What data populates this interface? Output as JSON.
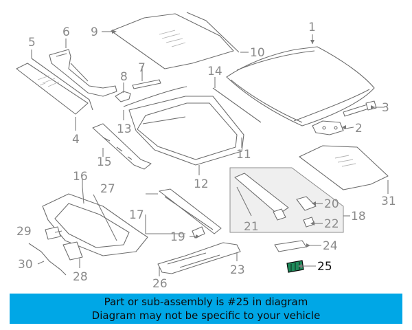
{
  "diagram": {
    "highlighted_part": "25",
    "callouts": [
      "1",
      "2",
      "3",
      "4",
      "5",
      "6",
      "7",
      "8",
      "9",
      "10",
      "11",
      "12",
      "13",
      "14",
      "15",
      "16",
      "17",
      "18",
      "19",
      "20",
      "21",
      "22",
      "23",
      "24",
      "25",
      "26",
      "27",
      "28",
      "29",
      "30",
      "31"
    ]
  },
  "banner": {
    "line1": "Part or sub-assembly is #25 in diagram",
    "line2": "Diagram may not be specific to your vehicle",
    "background": "#00a7e6"
  }
}
